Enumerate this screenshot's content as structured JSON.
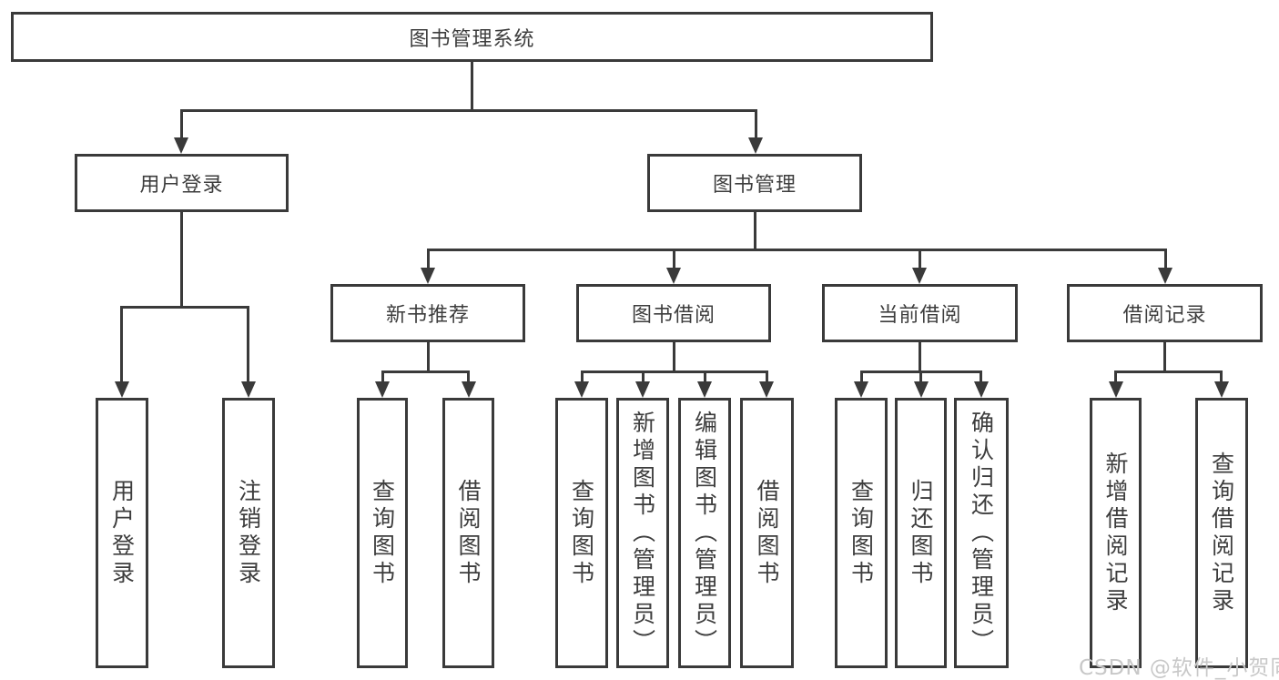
{
  "diagram": {
    "root": {
      "label": "图书管理系统"
    },
    "level2": [
      {
        "label": "用户登录"
      },
      {
        "label": "图书管理"
      }
    ],
    "level3": [
      {
        "label": "新书推荐"
      },
      {
        "label": "图书借阅"
      },
      {
        "label": "当前借阅"
      },
      {
        "label": "借阅记录"
      }
    ],
    "leaves": [
      {
        "label": "用户登录"
      },
      {
        "label": "注销登录"
      },
      {
        "label": "查询图书"
      },
      {
        "label": "借阅图书"
      },
      {
        "label": "查询图书"
      },
      {
        "label": "新增图书（管理员）"
      },
      {
        "label": "编辑图书（管理员）"
      },
      {
        "label": "借阅图书"
      },
      {
        "label": "查询图书"
      },
      {
        "label": "归还图书"
      },
      {
        "label": "确认归还（管理员）"
      },
      {
        "label": "新增借阅记录"
      },
      {
        "label": "查询借阅记录"
      }
    ],
    "watermark": "CSDN @软件_小贺同学",
    "colors": {
      "line": "#3a3a3a",
      "text": "#3d3d3d",
      "background": "#ffffff",
      "watermark": "#c8c8c8"
    }
  }
}
